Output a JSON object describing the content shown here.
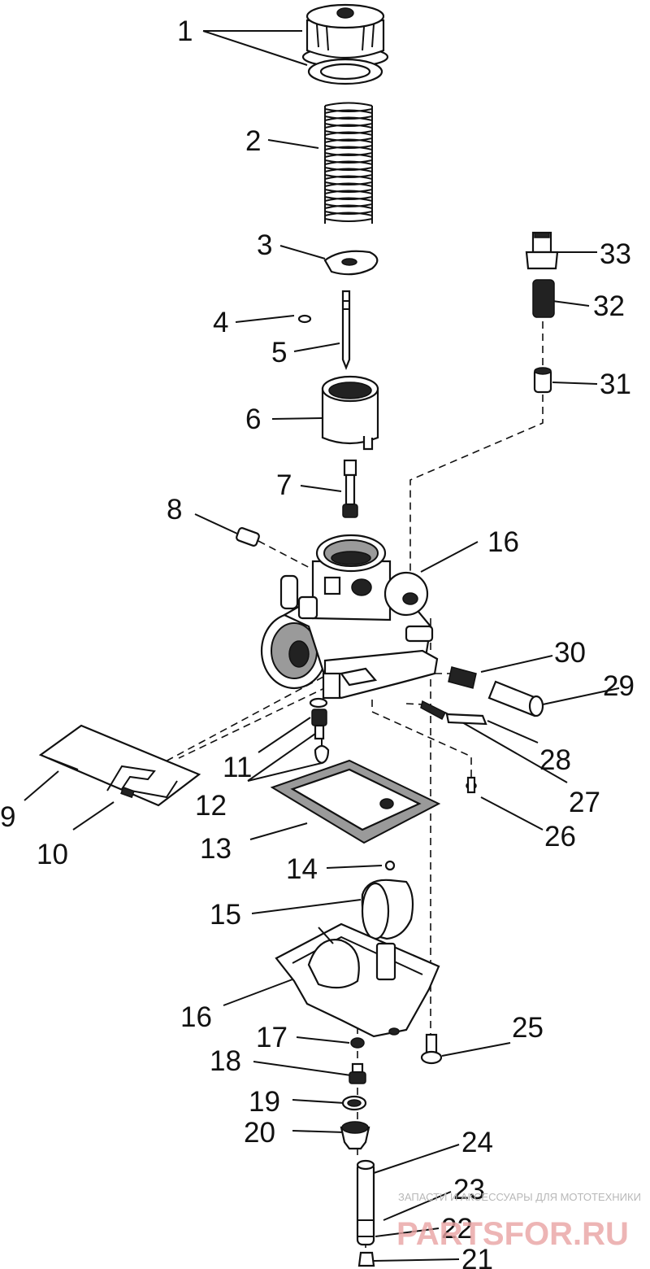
{
  "labels": [
    {
      "id": "1",
      "text": "1"
    },
    {
      "id": "2",
      "text": "2"
    },
    {
      "id": "3",
      "text": "3"
    },
    {
      "id": "4",
      "text": "4"
    },
    {
      "id": "5",
      "text": "5"
    },
    {
      "id": "6",
      "text": "6"
    },
    {
      "id": "7",
      "text": "7"
    },
    {
      "id": "8",
      "text": "8"
    },
    {
      "id": "9",
      "text": "9"
    },
    {
      "id": "10",
      "text": "10"
    },
    {
      "id": "11",
      "text": "11"
    },
    {
      "id": "12",
      "text": "12"
    },
    {
      "id": "13",
      "text": "13"
    },
    {
      "id": "14",
      "text": "14"
    },
    {
      "id": "15",
      "text": "15"
    },
    {
      "id": "16a",
      "text": "16"
    },
    {
      "id": "16b",
      "text": "16"
    },
    {
      "id": "17",
      "text": "17"
    },
    {
      "id": "18",
      "text": "18"
    },
    {
      "id": "19",
      "text": "19"
    },
    {
      "id": "20",
      "text": "20"
    },
    {
      "id": "21",
      "text": "21"
    },
    {
      "id": "22",
      "text": "22"
    },
    {
      "id": "23",
      "text": "23"
    },
    {
      "id": "24",
      "text": "24"
    },
    {
      "id": "25",
      "text": "25"
    },
    {
      "id": "26",
      "text": "26"
    },
    {
      "id": "27",
      "text": "27"
    },
    {
      "id": "28",
      "text": "28"
    },
    {
      "id": "29",
      "text": "29"
    },
    {
      "id": "30",
      "text": "30"
    },
    {
      "id": "31",
      "text": "31"
    },
    {
      "id": "32",
      "text": "32"
    },
    {
      "id": "33",
      "text": "33"
    }
  ],
  "watermark": {
    "tagline": "ЗАПАСТИ И АКСЕССУАРЫ ДЛЯ МОТОТЕХНИКИ",
    "logo": "PARTSFOR.RU"
  }
}
